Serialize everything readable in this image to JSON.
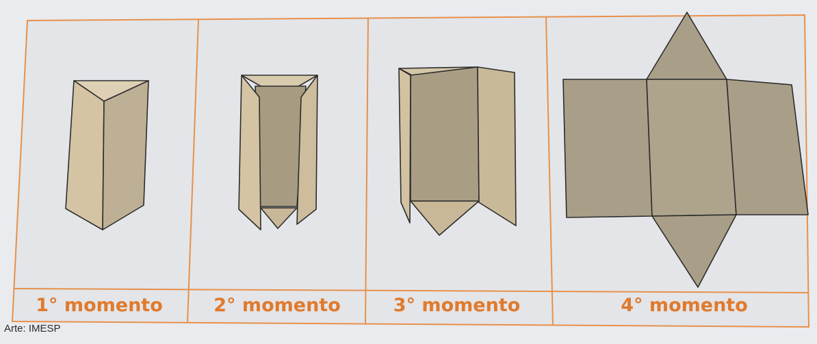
{
  "panels": [
    {
      "label": "1° momento"
    },
    {
      "label": "2° momento"
    },
    {
      "label": "3° momento"
    },
    {
      "label": "4° momento"
    }
  ],
  "credit": "Arte: IMESP",
  "colors": {
    "frame": "#e8904a",
    "label": "#e07a2c",
    "face_light": "#d6c6a6",
    "face_mid": "#c4b496",
    "face_dark": "#a89c82",
    "net": "#a99f88",
    "edge": "#2c2c2c"
  }
}
